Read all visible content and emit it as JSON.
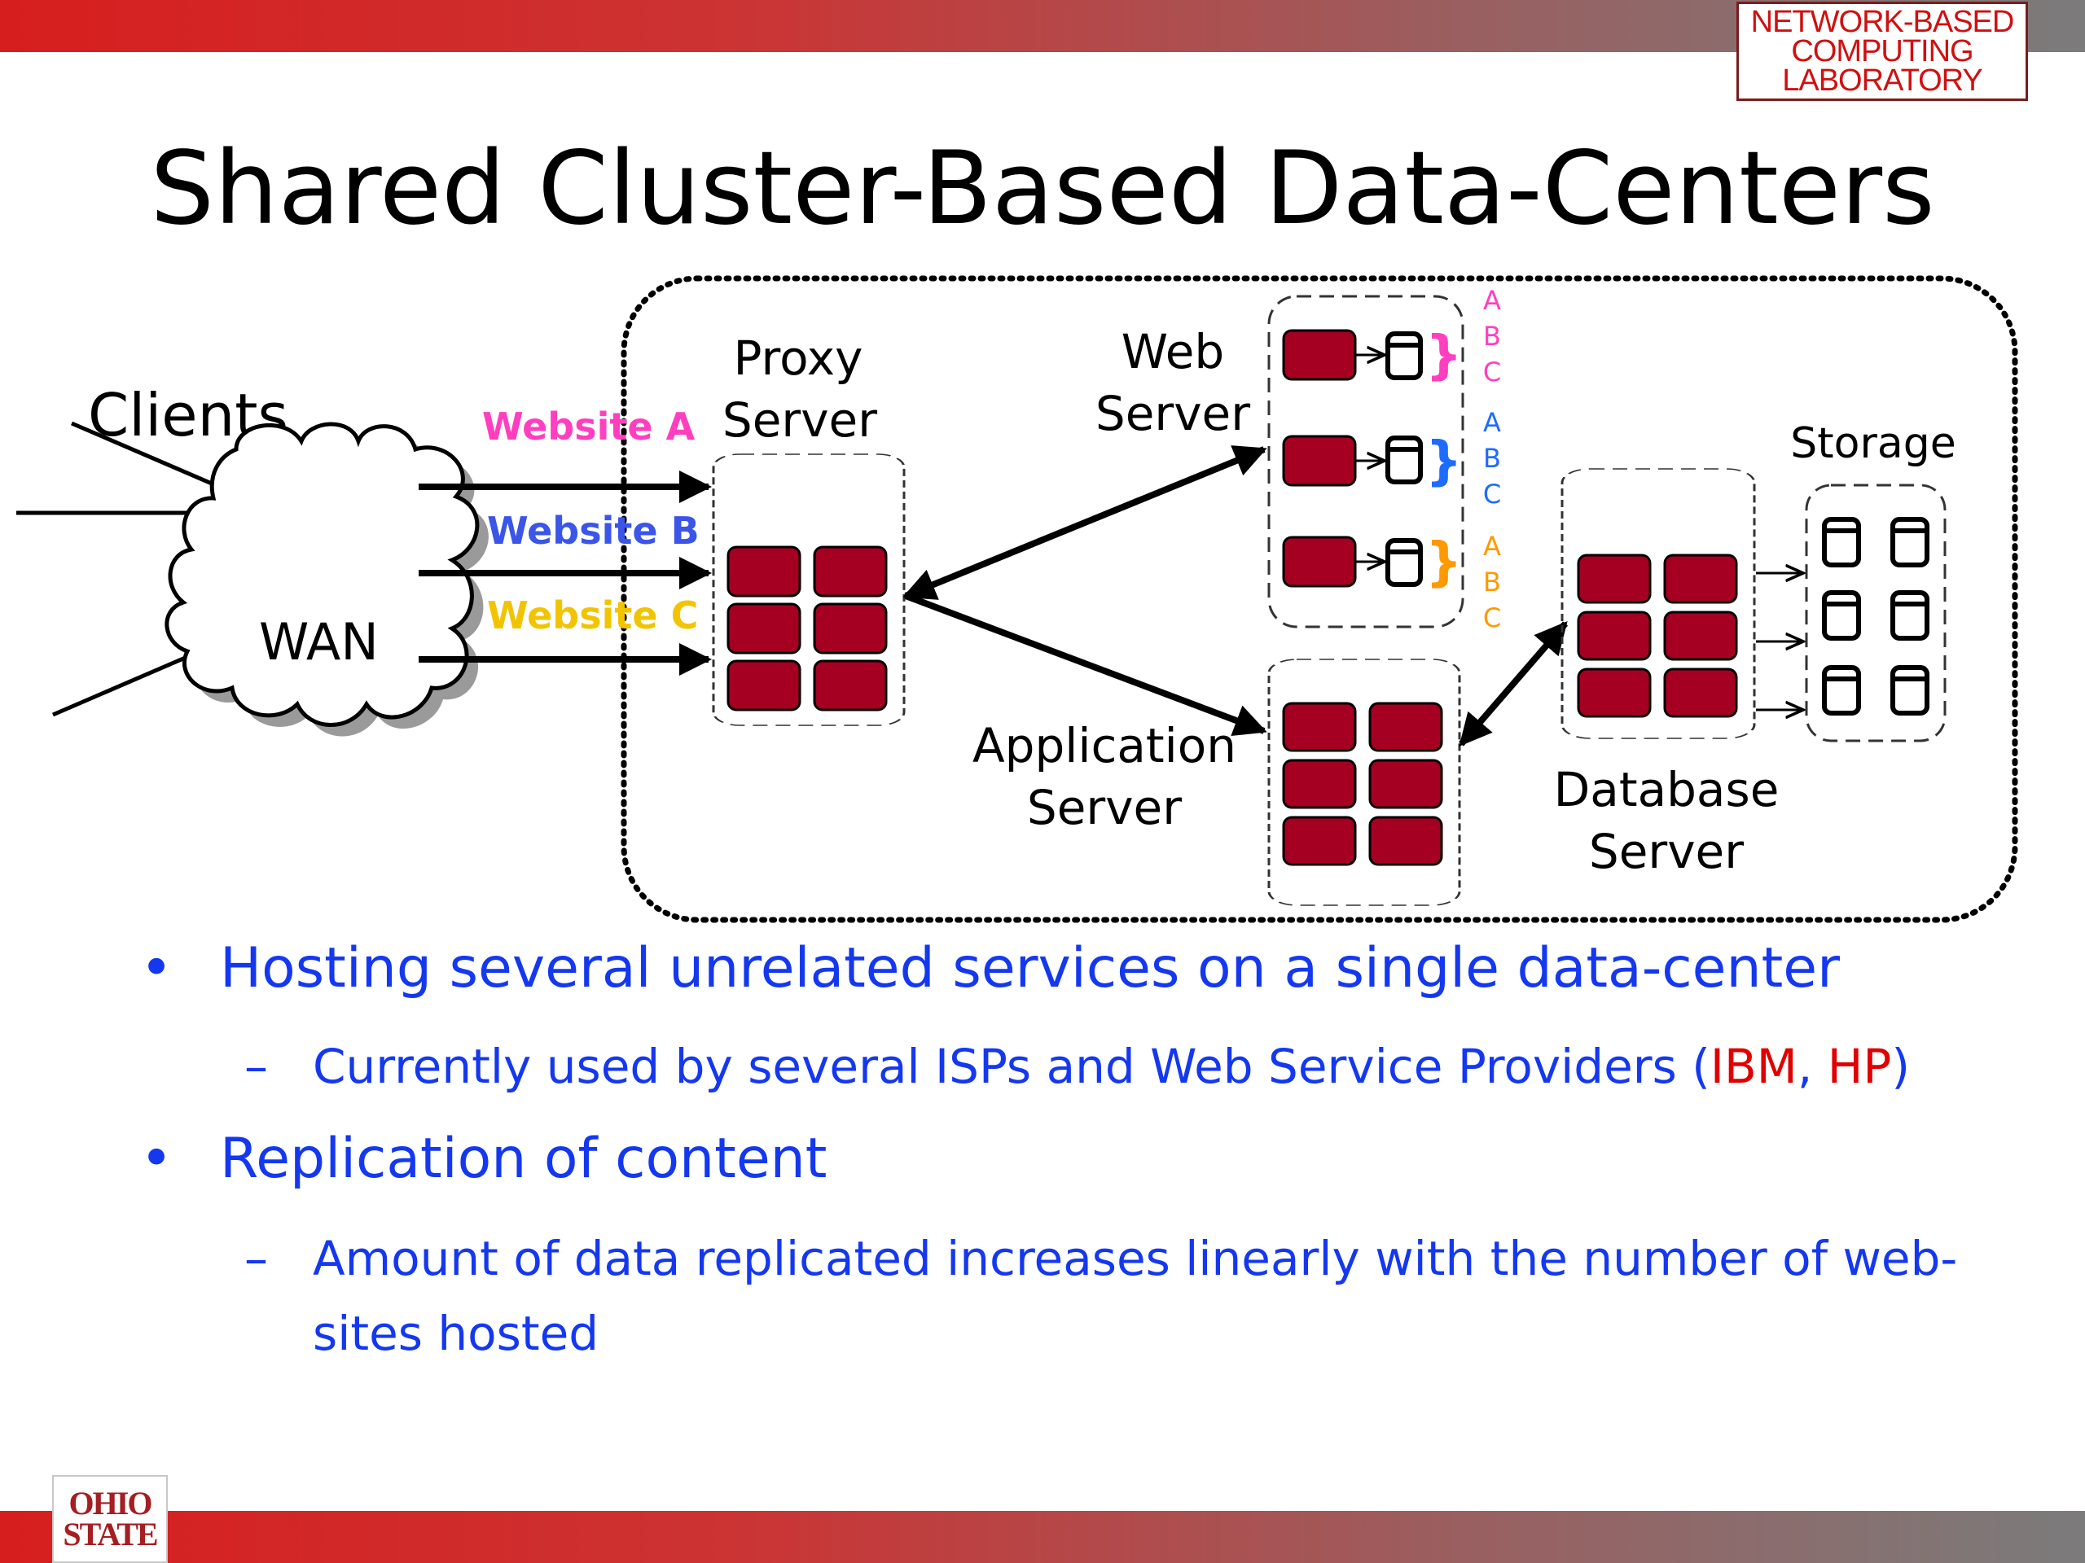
{
  "header": {
    "lab_logo": [
      "NETWORK-BASED",
      "COMPUTING",
      "LABORATORY"
    ]
  },
  "title": "Shared Cluster-Based Data-Centers",
  "diagram": {
    "clients_label": "Clients",
    "wan_label": "WAN",
    "websites": [
      {
        "label": "Website A",
        "color": "#ff3fbf"
      },
      {
        "label": "Website B",
        "color": "#3a55e8"
      },
      {
        "label": "Website C",
        "color": "#f2c400"
      }
    ],
    "proxy_label": [
      "Proxy",
      "Server"
    ],
    "web_label": [
      "Web",
      "Server"
    ],
    "app_label": [
      "Application",
      "Server"
    ],
    "db_label": [
      "Database",
      "Server"
    ],
    "storage_label": "Storage",
    "abc_groups": [
      {
        "letters": [
          "A",
          "B",
          "C"
        ],
        "color": "#ff3fbf"
      },
      {
        "letters": [
          "A",
          "B",
          "C"
        ],
        "color": "#1e6cff"
      },
      {
        "letters": [
          "A",
          "B",
          "C"
        ],
        "color": "#ff9900"
      }
    ],
    "node_color": "#a50021"
  },
  "bullets": {
    "item1": "Hosting several unrelated services on a single data-center",
    "sub1_prefix": "Currently used by several ISPs and Web Service Providers (",
    "sub1_ibm": "IBM",
    "sub1_sep": ", ",
    "sub1_hp": "HP",
    "sub1_suffix": ")",
    "item2": "Replication of content",
    "sub2_line1": "Amount of data replicated increases linearly with the number of web-",
    "sub2_line2": "sites hosted",
    "bullet_char": "•",
    "dash_char": "–"
  },
  "footer": {
    "osu_logo": [
      "OHIO",
      "STATE"
    ]
  }
}
